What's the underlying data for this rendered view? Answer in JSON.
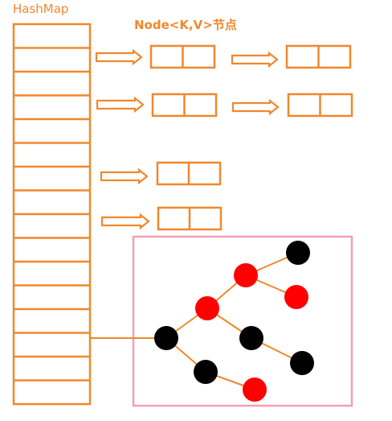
{
  "diagram": {
    "title": "HashMap",
    "node_label": "Node<K,V>节点",
    "bucket_count": 16,
    "colors": {
      "orange": "#f0882c",
      "red": "#ff0000",
      "black": "#000000",
      "frame": "#f2a0b4"
    }
  }
}
